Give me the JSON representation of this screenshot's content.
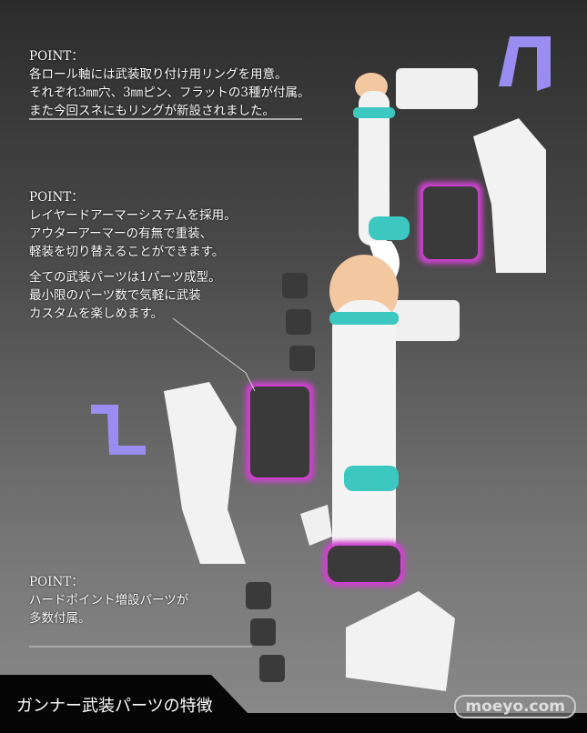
{
  "points": [
    {
      "heading": "POINT：",
      "lines": [
        "各ロール軸には武装取り付け用リングを用意。",
        "それぞれ3㎜穴、3㎜ピン、フラットの3種が付属。",
        "また今回スネにもリングが新設されました。"
      ]
    },
    {
      "heading": "POINT：",
      "lines": [
        "レイヤードアーマーシステムを採用。",
        "アウターアーマーの有無で重装、",
        "軽装を切り替えることができます。"
      ],
      "extra": [
        "全ての武装パーツは1パーツ成型。",
        "最小限のパーツ数で気軽に武装",
        "カスタムを楽しめます。"
      ]
    },
    {
      "heading": "POINT：",
      "lines": [
        "ハードポイント増設パーツが",
        "多数付属。"
      ]
    }
  ],
  "banner_title": "ガンナー武装パーツの特徴",
  "watermark": "moeyo.com",
  "colors": {
    "accent_cyan": "#3cc8c0",
    "purple_part": "#9a8cf0",
    "highlight": "#d040d0",
    "dark_part": "#3a3a3a"
  }
}
